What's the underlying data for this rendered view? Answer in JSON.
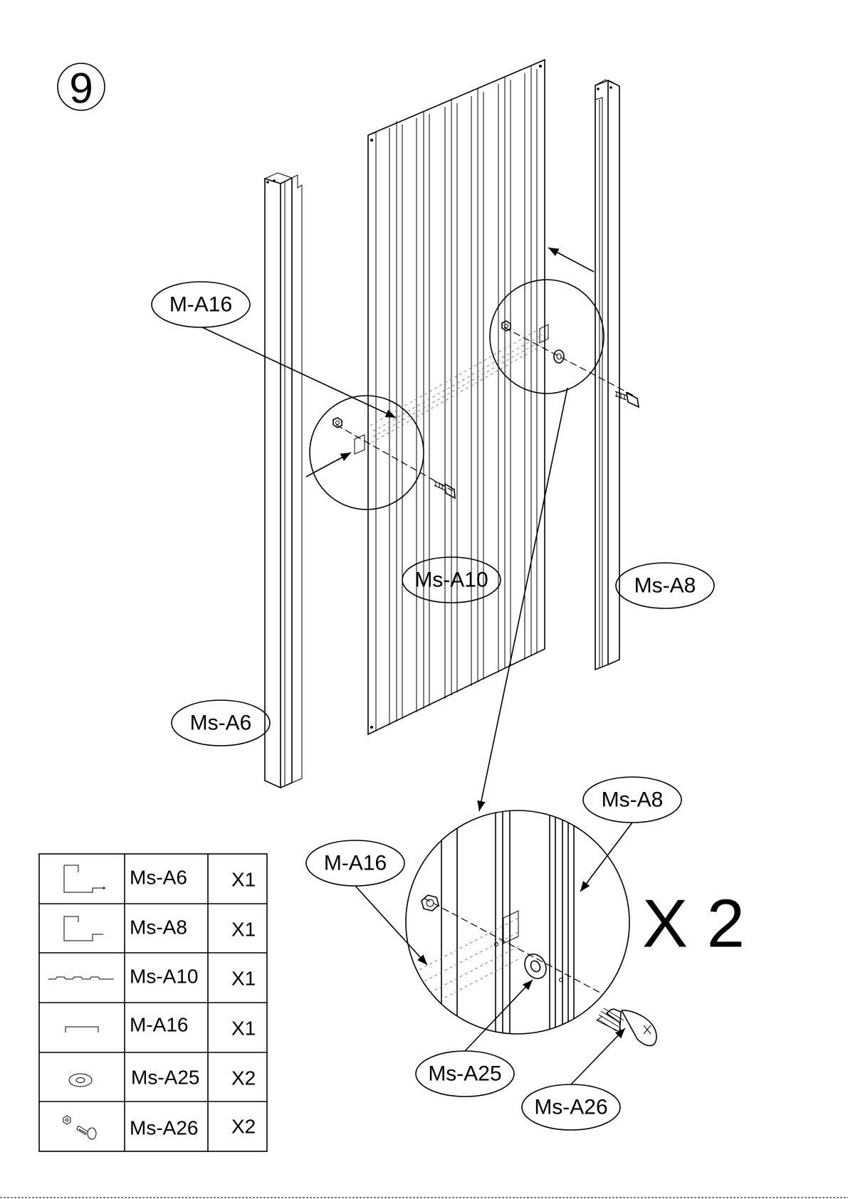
{
  "step_number": "9",
  "multiplier": "X 2",
  "callouts": {
    "m_a16_top": "M-A16",
    "ms_a10": "Ms-A10",
    "ms_a8_top": "Ms-A8",
    "ms_a6": "Ms-A6",
    "ms_a8_detail": "Ms-A8",
    "m_a16_detail": "M-A16",
    "ms_a25": "Ms-A25",
    "ms_a26": "Ms-A26"
  },
  "parts_table": [
    {
      "icon": "corner-channel-icon",
      "part": "Ms-A6",
      "qty": "X1"
    },
    {
      "icon": "corner-channel-icon",
      "part": "Ms-A8",
      "qty": "X1"
    },
    {
      "icon": "corrugated-panel-icon",
      "part": "Ms-A10",
      "qty": "X1"
    },
    {
      "icon": "u-bracket-icon",
      "part": "M-A16",
      "qty": "X1"
    },
    {
      "icon": "washer-icon",
      "part": "Ms-A25",
      "qty": "X2"
    },
    {
      "icon": "nut-bolt-icon",
      "part": "Ms-A26",
      "qty": "X2"
    }
  ]
}
